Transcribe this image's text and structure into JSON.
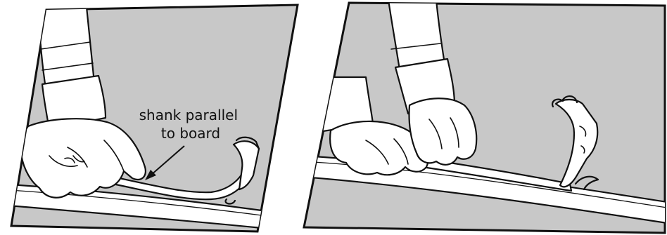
{
  "panels": [
    {
      "id": "left",
      "annotation": [
        "shank parallel",
        "to board"
      ]
    },
    {
      "id": "right"
    }
  ],
  "colors": {
    "background": "#c8c8c8",
    "outline": "#111111",
    "fill": "#ffffff"
  }
}
